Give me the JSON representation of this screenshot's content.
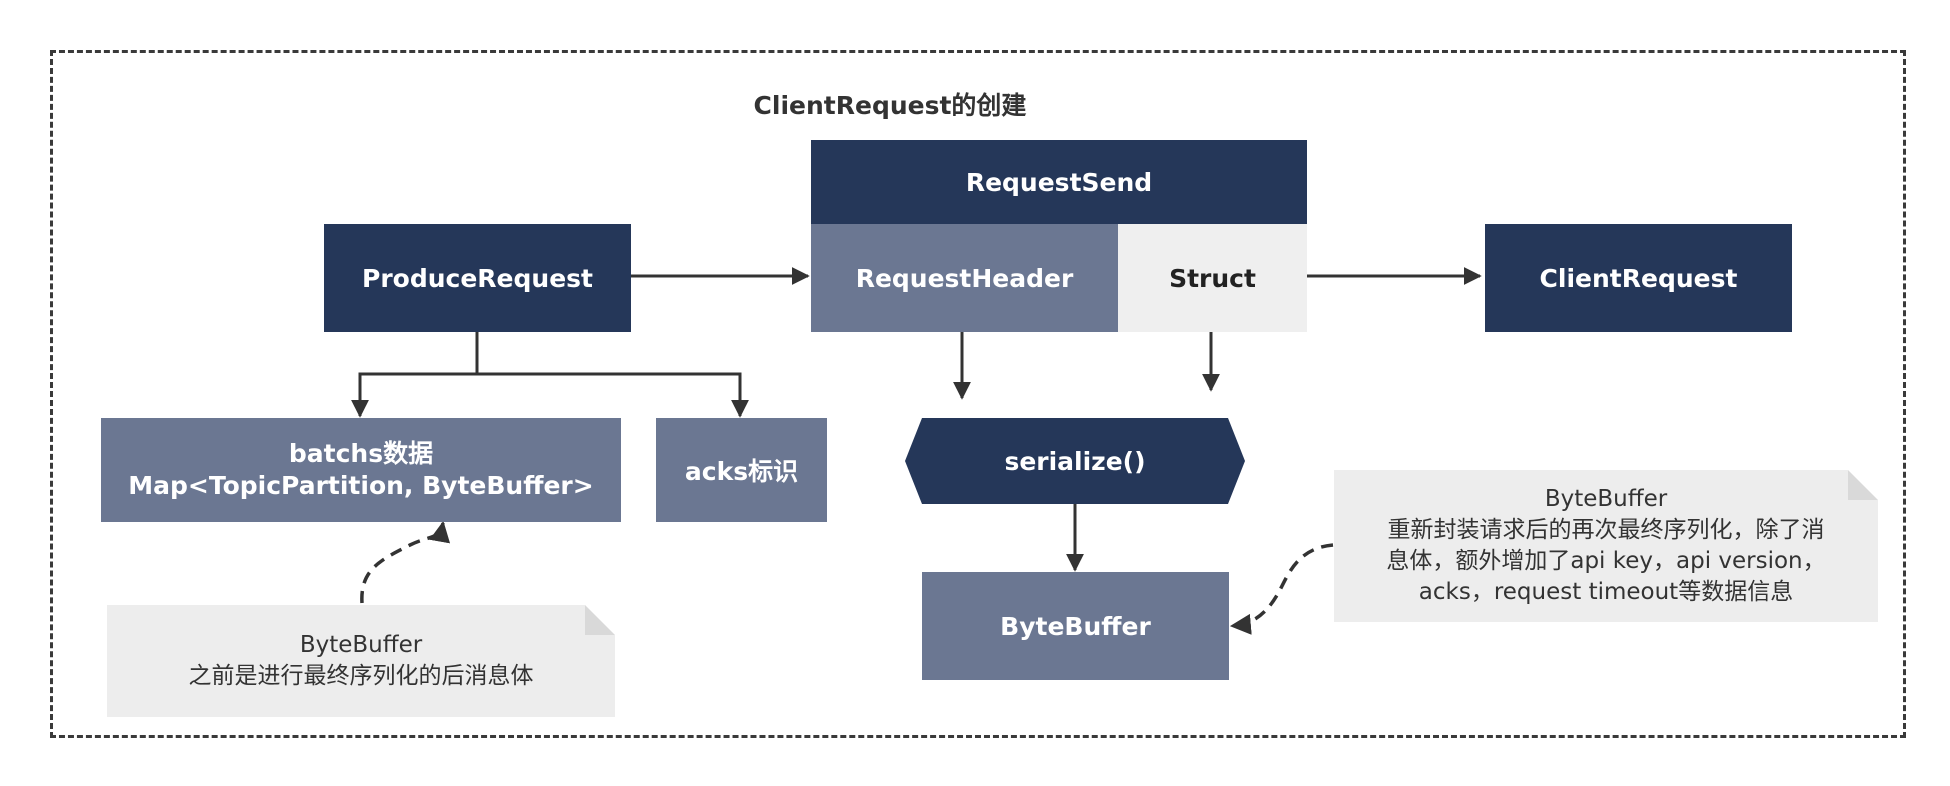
{
  "title": "ClientRequest的创建",
  "nodes": {
    "produce_request": "ProduceRequest",
    "request_send": "RequestSend",
    "request_header": "RequestHeader",
    "struct": "Struct",
    "client_request": "ClientRequest",
    "batchs_line1": "batchs数据",
    "batchs_line2": "Map<TopicPartition, ByteBuffer>",
    "acks": "acks标识",
    "serialize": "serialize()",
    "bytebuffer": "ByteBuffer"
  },
  "notes": {
    "left": {
      "line1": "ByteBuffer",
      "line2": "之前是进行最终序列化的后消息体"
    },
    "right": {
      "line1": "ByteBuffer",
      "line2": "重新封装请求后的再次最终序列化，除了消",
      "line3": "息体，额外增加了api key，api version，",
      "line4": "acks，request timeout等数据信息"
    }
  },
  "colors": {
    "dark": "#253759",
    "mid": "#6b7792",
    "light": "#efefef",
    "note": "#ededed",
    "line": "#333333"
  }
}
